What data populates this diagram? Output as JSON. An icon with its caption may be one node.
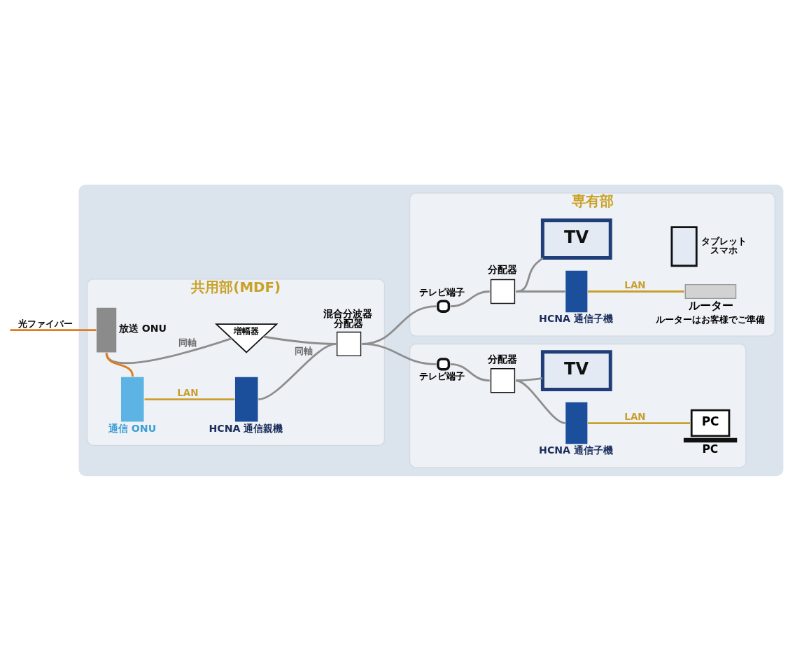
{
  "diagram": {
    "nodes": [
      {
        "text": [],
        "shape": "box"
      },
      {
        "text": [
          "共用部(MDF)"
        ],
        "in": 0
      },
      {
        "text": [
          "増幅器"
        ],
        "in": 1
      },
      {
        "text": [
          "放送 ONU"
        ],
        "in": 1
      },
      {
        "text": [
          "混合分波器",
          "分配器"
        ],
        "in": 1
      },
      {
        "text": [
          "通信 ONU"
        ],
        "in": 1
      },
      {
        "text": [
          "HCNA 通信親機"
        ],
        "in": 1
      },
      {
        "text": [
          "専有部"
        ],
        "in": 0
      },
      {
        "text": [
          "TV"
        ],
        "in": 7
      },
      {
        "text": [],
        "shape": "picture",
        "in": 7,
        "beside": [
          "タブレット",
          "スマホ"
        ]
      },
      {
        "text": [
          "テレビ端子"
        ],
        "in": 7
      },
      {
        "text": [
          "分配器"
        ],
        "in": 7
      },
      {
        "text": [
          "HCNA 通信子機"
        ],
        "in": 7
      },
      {
        "text": [
          "ルーター"
        ],
        "in": 7,
        "beside": [
          "ルーターはお客様でご準備"
        ]
      },
      {
        "text": [],
        "shape": "box",
        "in": 0
      },
      {
        "text": [
          "TV"
        ],
        "in": 14
      },
      {
        "text": [
          "分配器"
        ],
        "in": 14
      },
      {
        "text": [
          "テレビ端子"
        ],
        "in": 14
      },
      {
        "text": [
          "HCNA 通信子機"
        ],
        "in": 14
      },
      {
        "text": [
          "PC"
        ],
        "in": 14,
        "beside": [
          "PC"
        ]
      }
    ],
    "edges": [
      {
        "from": null,
        "to": 3,
        "arrow": "none",
        "label": "光ファイバー",
        "color": "#e07b20"
      },
      {
        "from": 3,
        "to": 2,
        "arrow": "none",
        "label": "同軸"
      },
      {
        "from": 2,
        "to": 4,
        "arrow": "none"
      },
      {
        "from": 5,
        "to": 3,
        "arrow": "none",
        "color": "#e07b20"
      },
      {
        "from": 4,
        "to": 6,
        "arrow": "none",
        "label": "同軸"
      },
      {
        "from": 5,
        "to": 6,
        "arrow": "none",
        "label": "LAN",
        "color": "#c9a030"
      },
      {
        "from": 4,
        "to": 10,
        "arrow": "none"
      },
      {
        "from": 4,
        "to": 17,
        "arrow": "none"
      },
      {
        "from": 10,
        "to": 11,
        "arrow": "none"
      },
      {
        "from": 11,
        "to": 12,
        "arrow": "none"
      },
      {
        "from": 11,
        "to": 8,
        "arrow": "none"
      },
      {
        "from": 12,
        "to": 13,
        "arrow": "none",
        "label": "LAN",
        "color": "#c9a030"
      },
      {
        "from": 17,
        "to": 16,
        "arrow": "none"
      },
      {
        "from": 16,
        "to": 18,
        "arrow": "none"
      },
      {
        "from": 16,
        "to": 15,
        "arrow": "none"
      },
      {
        "from": 18,
        "to": 19,
        "arrow": "none",
        "label": "LAN",
        "color": "#c9a030"
      }
    ]
  }
}
